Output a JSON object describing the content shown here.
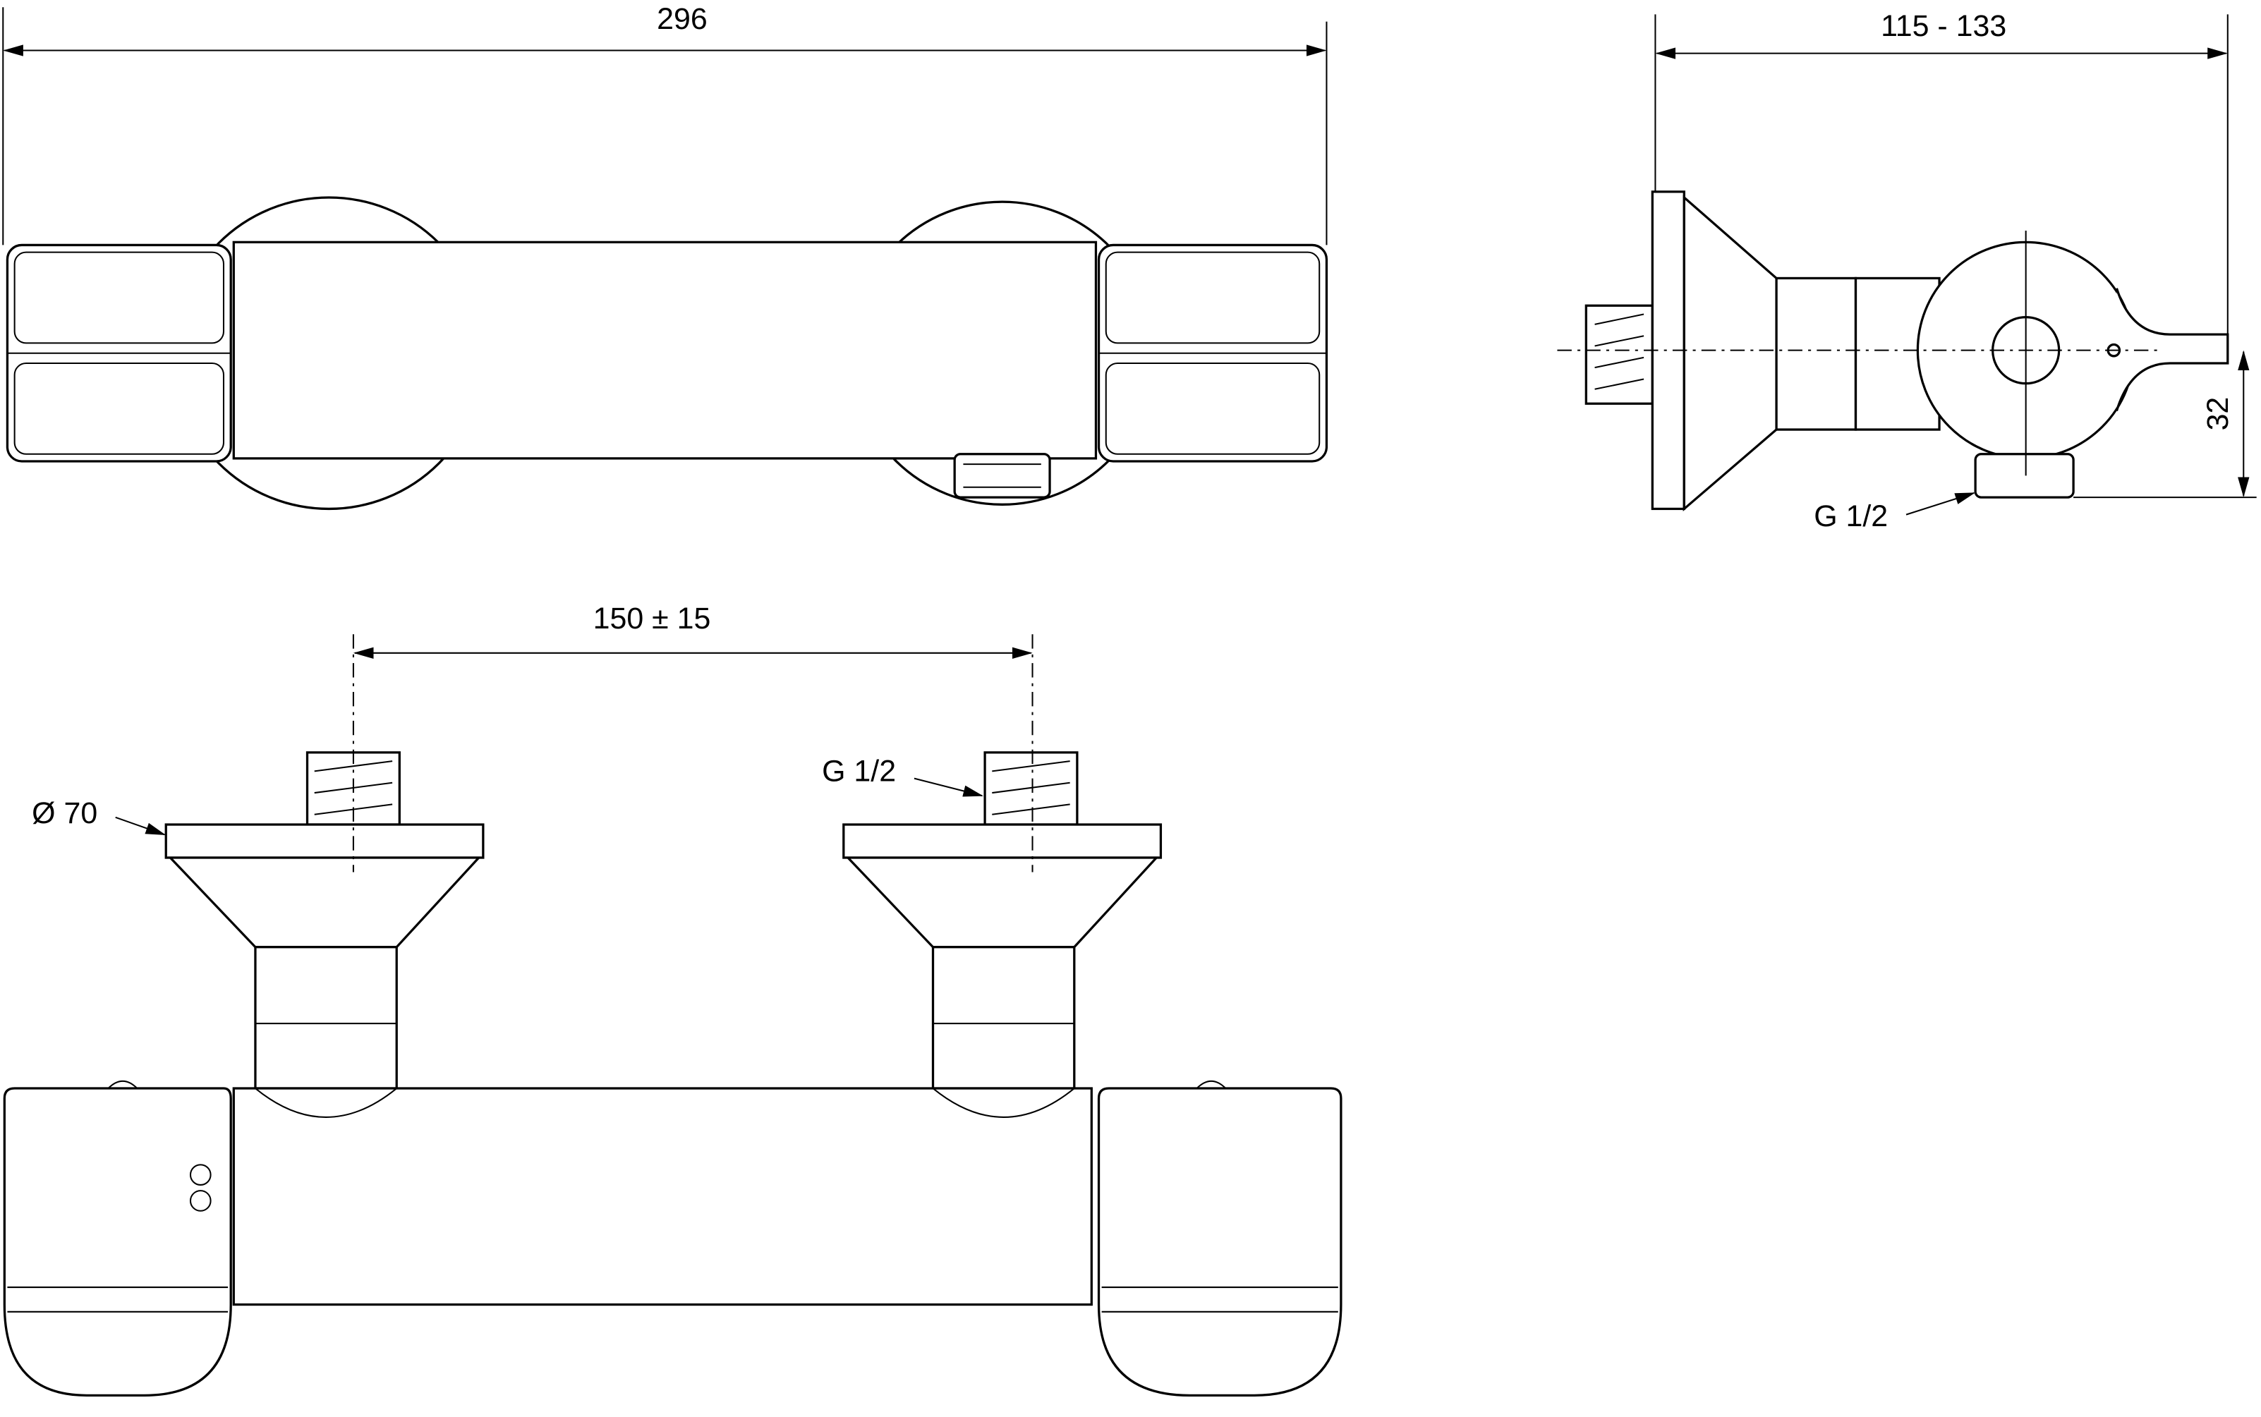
{
  "drawing": {
    "top_view": {
      "width_dimension": "296"
    },
    "side_view": {
      "depth_dimension": "115 - 133",
      "height_dimension": "32",
      "outlet_thread": "G 1/2"
    },
    "front_view": {
      "center_distance": "150 ± 15",
      "flange_diameter": "Ø 70",
      "inlet_thread": "G 1/2"
    }
  }
}
